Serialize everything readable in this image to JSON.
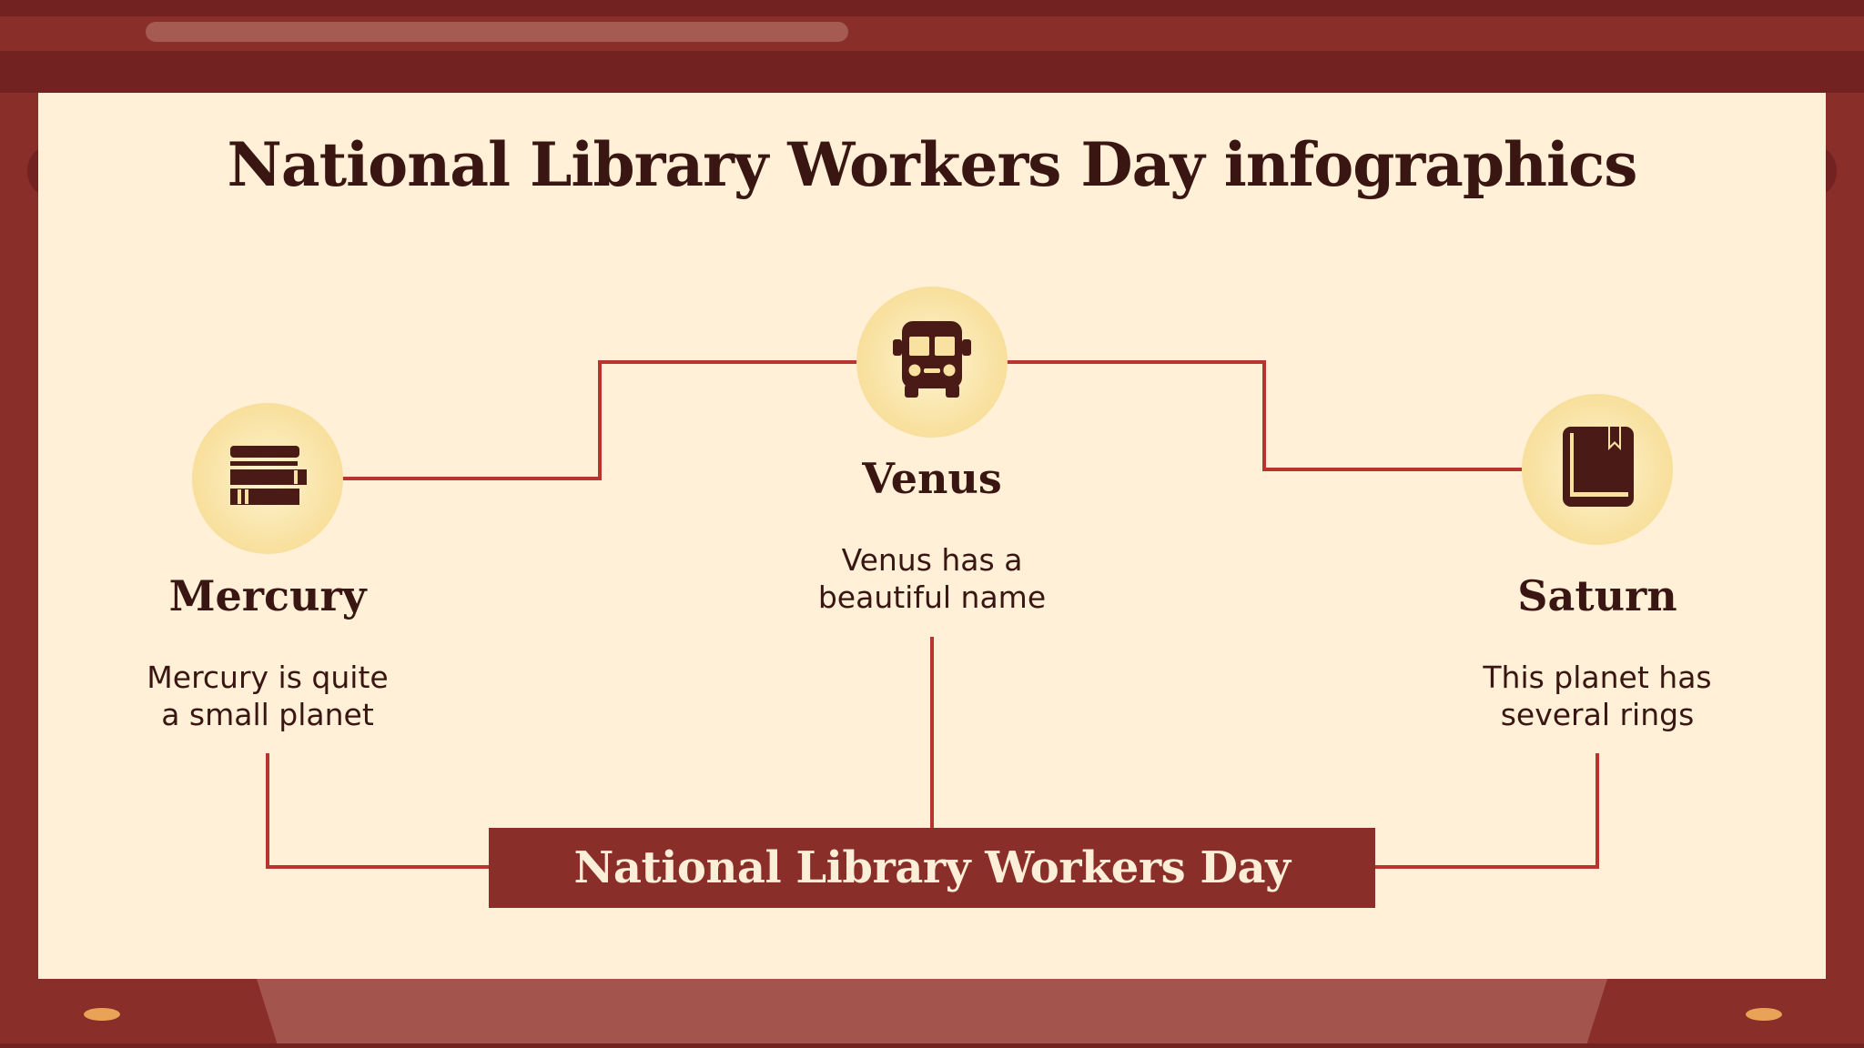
{
  "slide": {
    "title": "National Library Workers Day infographics",
    "banner": "National Library Workers Day"
  },
  "nodes": [
    {
      "heading": "Mercury",
      "text": "Mercury is quite\na small planet",
      "icon": "books-icon"
    },
    {
      "heading": "Venus",
      "text": "Venus has a\nbeautiful name",
      "icon": "bus-icon"
    },
    {
      "heading": "Saturn",
      "text": "This planet has\nseveral rings",
      "icon": "book-icon"
    }
  ],
  "colors": {
    "frame": "#8a2e2a",
    "frame_dark": "#722220",
    "panel": "#fff0d7",
    "connector": "#b8352f",
    "icon_fill": "#4a1a17",
    "circle": "#f8e1a1",
    "text_dark": "#3a1613",
    "banner_text": "#fdeed8"
  }
}
